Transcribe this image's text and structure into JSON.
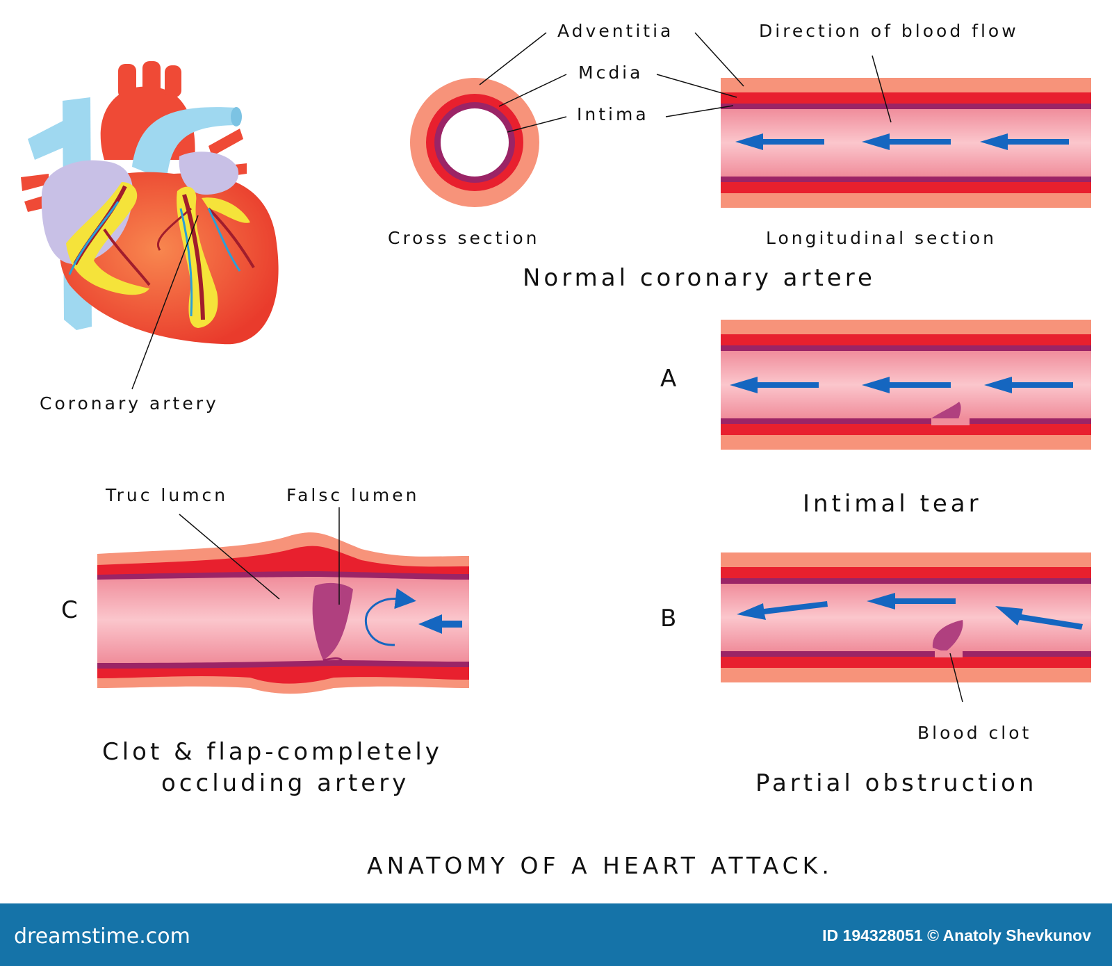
{
  "labels": {
    "adventitia": "Adventitia",
    "media": "Mcdia",
    "intima": "Intima",
    "direction": "Direction of blood flow",
    "cross_section": "Cross section",
    "longitudinal_section": "Longitudinal section",
    "normal_title": "Normal coronary artere",
    "coronary_artery": "Coronary artery",
    "letter_a": "A",
    "letter_b": "B",
    "letter_c": "C",
    "intimal_tear": "Intimal tear",
    "true_lumen": "Truc lumcn",
    "false_lumen": "Falsc lumen",
    "clot_line1": "Clot & flap-completely",
    "clot_line2": "occluding artery",
    "blood_clot": "Blood clot",
    "partial_obstruction": "Partial obstruction",
    "main_title": "ANATOMY OF A HEART ATTACK."
  },
  "footer": {
    "brand": "dreamstime.com",
    "credit": "ID 194328051 © Anatoly Shevkunov"
  },
  "colors": {
    "adventitia": "#f7937a",
    "media": "#e8202e",
    "intima": "#9b2466",
    "lumen": "#f7a0aa",
    "arrow": "#1566c0",
    "clot": "#b0407f",
    "vein": "#9fd8f0",
    "fat": "#f5e33a",
    "atrium": "#c8c0e6",
    "heart": "#ef4a36",
    "footer": "#1573a8"
  }
}
